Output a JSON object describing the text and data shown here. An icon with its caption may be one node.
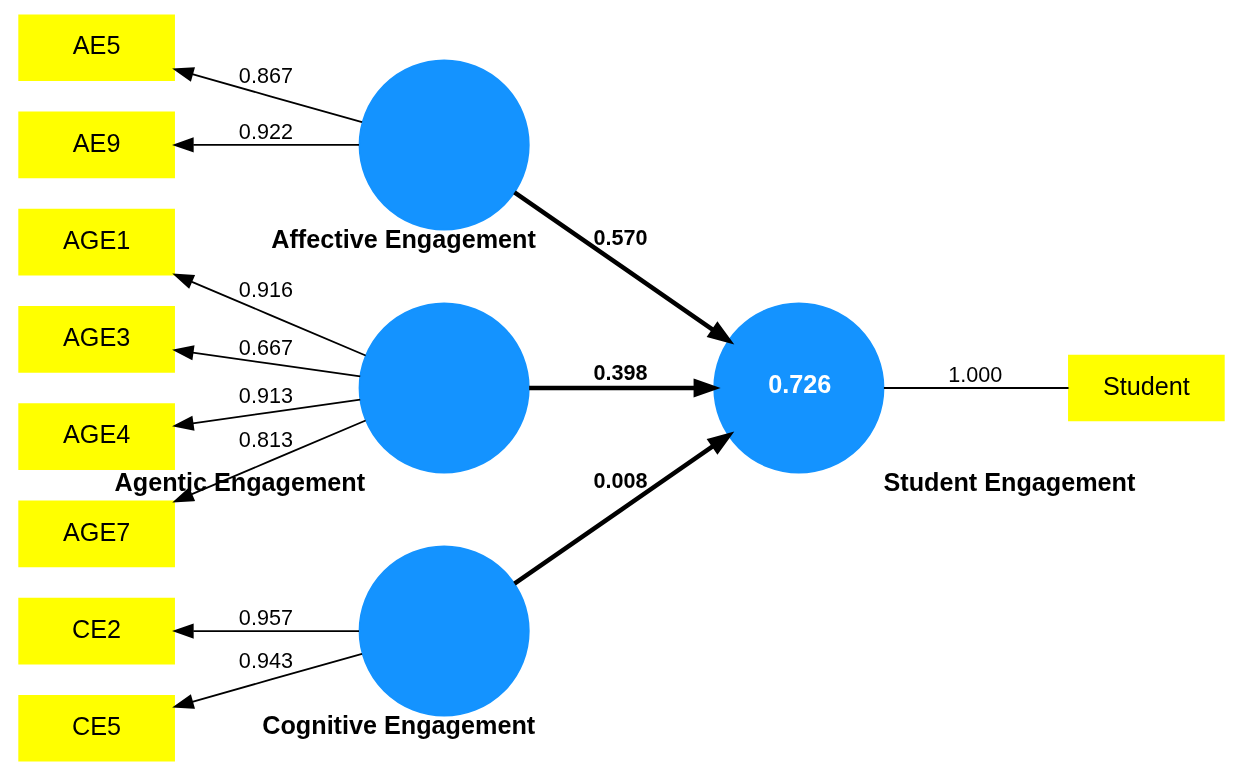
{
  "diagram": {
    "nodes": [
      {
        "text": [
          "Cognitive Engagement"
        ]
      },
      {
        "text": [
          "CE2"
        ]
      },
      {
        "text": [
          "CE5"
        ]
      },
      {
        "text": [
          "Affective Engagement"
        ]
      },
      {
        "text": [
          "AE5"
        ]
      },
      {
        "text": [
          "AE9"
        ]
      },
      {
        "text": [
          "Student Engagement",
          "0.726"
        ]
      },
      {
        "text": [
          "Student"
        ]
      },
      {
        "text": [
          "AGE1"
        ]
      },
      {
        "text": [
          "AGE3"
        ]
      },
      {
        "text": [
          "AGE4"
        ]
      },
      {
        "text": [
          "AGE7"
        ]
      },
      {
        "text": [
          "Agentic Engagement"
        ]
      }
    ],
    "edges": [
      {
        "from": 0,
        "to": 1,
        "arrow": "to",
        "label": "0.957"
      },
      {
        "from": 0,
        "to": 2,
        "arrow": "to",
        "label": "0.943"
      },
      {
        "from": 3,
        "to": 4,
        "arrow": "to",
        "label": "0.867"
      },
      {
        "from": 3,
        "to": 5,
        "arrow": "to",
        "label": "0.922"
      },
      {
        "from": 0,
        "to": 6,
        "arrow": "to",
        "label": "0.008",
        "style": "thick"
      },
      {
        "from": 3,
        "to": 6,
        "arrow": "to",
        "label": "0.570",
        "style": "thick"
      },
      {
        "from": 6,
        "to": 7,
        "arrow": "none",
        "label": "1.000"
      },
      {
        "from": 12,
        "to": 8,
        "arrow": "to",
        "label": "0.916"
      },
      {
        "from": 12,
        "to": 9,
        "arrow": "to",
        "label": "0.667"
      },
      {
        "from": 12,
        "to": 10,
        "arrow": "to",
        "label": "0.913"
      },
      {
        "from": 12,
        "to": 11,
        "arrow": "to",
        "label": "0.813"
      },
      {
        "from": 12,
        "to": 6,
        "arrow": "to",
        "label": "0.398",
        "style": "thick"
      }
    ]
  }
}
